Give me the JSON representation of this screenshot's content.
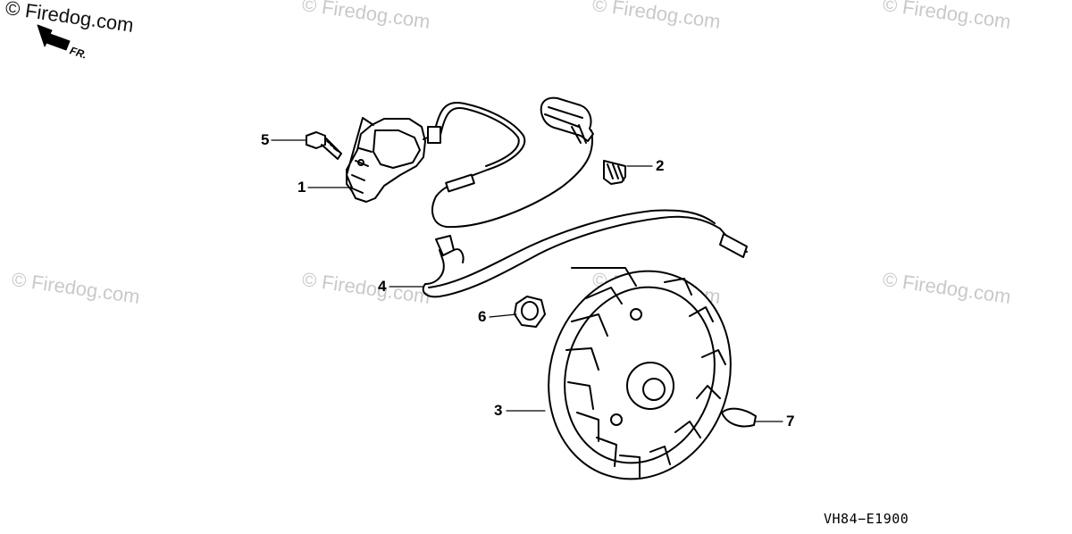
{
  "watermark": {
    "text": "© Firedog.com"
  },
  "direction": {
    "label": "FR."
  },
  "callouts": {
    "c1": "1",
    "c2": "2",
    "c3": "3",
    "c4": "4",
    "c5": "5",
    "c6": "6",
    "c7": "7"
  },
  "diagram_code": "VH84−E1900"
}
